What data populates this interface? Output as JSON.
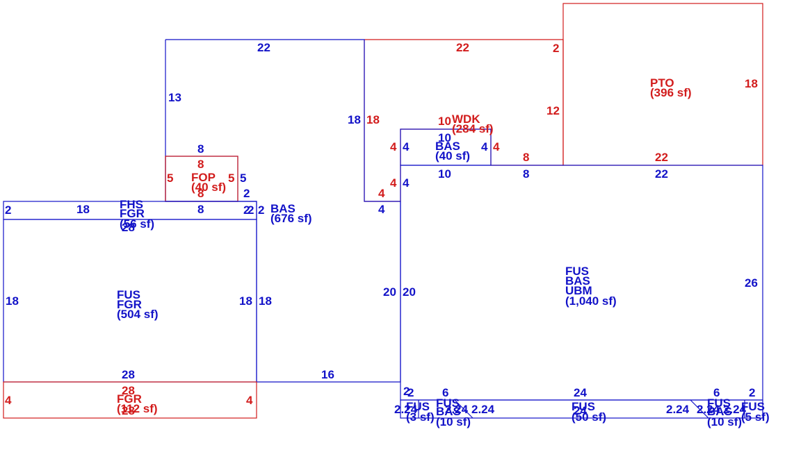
{
  "colors": {
    "blue": "#1212c8",
    "red": "#d21c1c"
  },
  "labels": {
    "pto_code": "PTO",
    "pto_area": "(396 sf)",
    "wdk_code": "WDK",
    "wdk_area": "(284 sf)",
    "bas_small_code": "BAS",
    "bas_small_area": "(40 sf)",
    "fop_code": "FOP",
    "fop_area": "(40 sf)",
    "bas_main_code": "BAS",
    "bas_main_area": "(676 sf)",
    "fhs_code": "FHS",
    "fhs_fgr_code": "FGR",
    "fhs_area": "(56 sf)",
    "fus_left_code1": "FUS",
    "fus_left_code2": "FGR",
    "fus_left_area": "(504 sf)",
    "fgr_bottom_code": "FGR",
    "fgr_bottom_area": "(112 sf)",
    "fus_right_code1": "FUS",
    "fus_right_code2": "BAS",
    "fus_right_code3": "UBM",
    "fus_right_area": "(1,040 sf)",
    "strip_a_code": "FUS",
    "strip_a_area": "(3 sf)",
    "strip_b_code1": "FUS",
    "strip_b_code2": "BAS",
    "strip_b_area": "(10 sf)",
    "strip_c_code": "FUS",
    "strip_c_area": "(50 sf)",
    "strip_d_code1": "FUS",
    "strip_d_code2": "BAS",
    "strip_d_area": "(10 sf)",
    "strip_e_code": "FUS",
    "strip_e_area": "(5 sf)"
  },
  "dims": {
    "d22_top": "22",
    "d13": "13",
    "d18_bas": "18",
    "d22_wdk": "22",
    "d2_wdk": "2",
    "d18_wdk": "18",
    "d12": "12",
    "d10_top": "10",
    "d10_basmid": "10",
    "d10_bot": "10",
    "d4_l_red": "4",
    "d4_l_blue": "4",
    "d4_r_blue": "4",
    "d4_r_red": "4",
    "d4_notch_red": "4",
    "d4_notch_blue": "4",
    "d4_notch_bot_red": "4",
    "d4_notch_bot": "4",
    "d8_red": "8",
    "d8_blue": "8",
    "d22_pto_red": "22",
    "d22_pto_blue": "22",
    "d18_pto": "18",
    "d8_fop_top_blue": "8",
    "d8_fop_top_red": "8",
    "d5_fop_l": "5",
    "d5_fop_r_red": "5",
    "d5_fop_r_blue": "5",
    "d8_fop_bot_red": "8",
    "d8_fhs_bot": "8",
    "d2_fop": "2",
    "d2_fhs_l": "2",
    "d18_fhs": "18",
    "d28_fhs": "28",
    "d2_fhs_r": "2",
    "d2_bas_l": "2",
    "d2_bas_l2": "2",
    "d28_fus_top": "28",
    "d18_fus_l": "18",
    "d18_fus_r": "18",
    "d18_bas_l": "18",
    "d28_fus_bot": "28",
    "d16": "16",
    "d20_l": "20",
    "d20_r": "20",
    "d28_fgr_top": "28",
    "d4_fgr_l": "4",
    "d4_fgr_r": "4",
    "d28_fgr_bot": "28",
    "d26": "26",
    "d6_l": "6",
    "d24": "24",
    "d6_r": "6",
    "d2_strip_r": "2",
    "d2_strip_l": "2",
    "d224_a": "2.24",
    "d224_b": "2.24",
    "d224_c": "2.24",
    "d224_d": "2.24",
    "d224_e": "2.24",
    "d224_f": "2.24",
    "d2_strip_lb": "2",
    "d24_strip": "24"
  }
}
